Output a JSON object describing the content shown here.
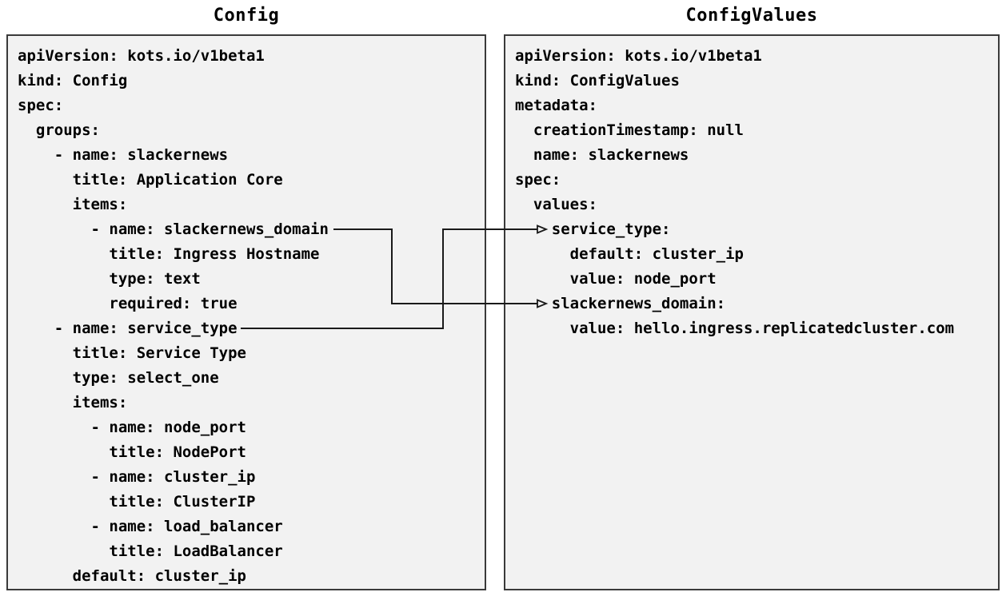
{
  "colors": {
    "page_background": "#ffffff",
    "panel_background": "#f2f2f2",
    "panel_border": "#3a3a3a",
    "text": "#000000",
    "connector": "#1a1a1a"
  },
  "diagram": {
    "left_panel": {
      "title": "Config",
      "lines": [
        "apiVersion: kots.io/v1beta1",
        "kind: Config",
        "spec:",
        "  groups:",
        "    - name: slackernews",
        "      title: Application Core",
        "      items:",
        "        - name: slackernews_domain",
        "          title: Ingress Hostname",
        "          type: text",
        "          required: true",
        "    - name: service_type",
        "      title: Service Type",
        "      type: select_one",
        "      items:",
        "        - name: node_port",
        "          title: NodePort",
        "        - name: cluster_ip",
        "          title: ClusterIP",
        "        - name: load_balancer",
        "          title: LoadBalancer",
        "      default: cluster_ip"
      ]
    },
    "right_panel": {
      "title": "ConfigValues",
      "lines": [
        "apiVersion: kots.io/v1beta1",
        "kind: ConfigValues",
        "metadata:",
        "  creationTimestamp: null",
        "  name: slackernews",
        "spec:",
        "  values:",
        "    service_type:",
        "      default: cluster_ip",
        "      value: node_port",
        "    slackernews_domain:",
        "      value: hello.ingress.replicatedcluster.com"
      ]
    },
    "connectors": [
      {
        "name": "slackernews-domain-mapping",
        "from": "Config: - name: slackernews_domain",
        "to": "ConfigValues: slackernews_domain:"
      },
      {
        "name": "service-type-mapping",
        "from": "Config: - name: service_type",
        "to": "ConfigValues: service_type:"
      }
    ]
  }
}
